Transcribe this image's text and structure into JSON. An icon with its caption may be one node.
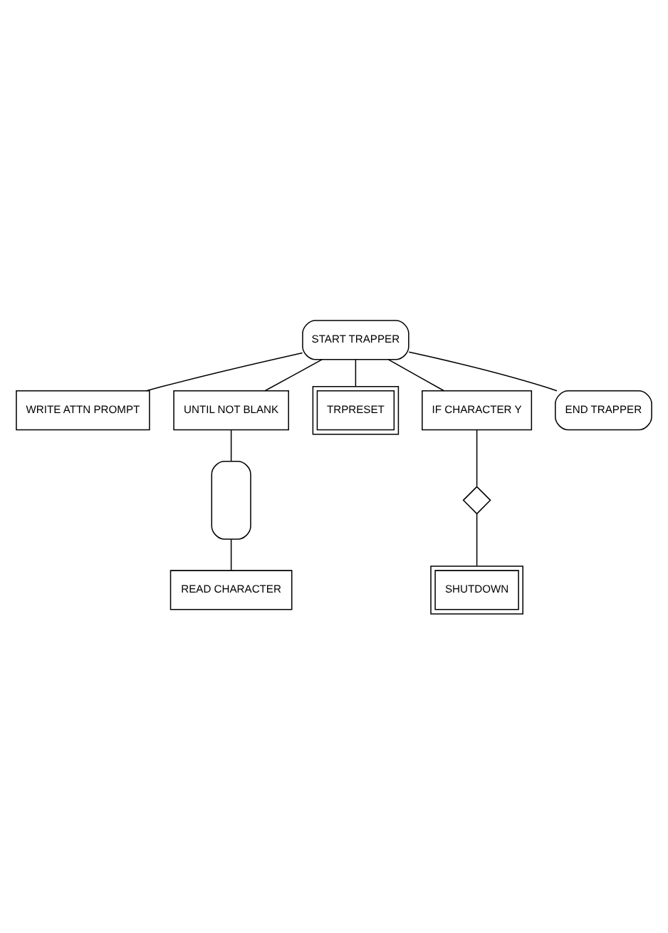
{
  "diagram": {
    "nodes": [
      {
        "text": [
          "START TRAPPER"
        ]
      },
      {
        "text": [
          "WRITE ATTN PROMPT"
        ]
      },
      {
        "text": [
          "UNTIL NOT BLANK"
        ]
      },
      {
        "text": [],
        "shape": "loop"
      },
      {
        "text": [
          "READ CHARACTER"
        ]
      },
      {
        "text": [
          "TRPRESET"
        ]
      },
      {
        "text": [
          "IF CHARACTER Y"
        ]
      },
      {
        "text": [],
        "shape": "diamond"
      },
      {
        "text": [
          "SHUTDOWN"
        ]
      },
      {
        "text": [
          "END TRAPPER"
        ]
      }
    ],
    "edges": [
      {
        "from": 0,
        "to": 1,
        "arrow": "none"
      },
      {
        "from": 0,
        "to": 2,
        "arrow": "none"
      },
      {
        "from": 2,
        "to": 3,
        "arrow": "none"
      },
      {
        "from": 3,
        "to": 4,
        "arrow": "none"
      },
      {
        "from": 0,
        "to": 5,
        "arrow": "none"
      },
      {
        "from": 0,
        "to": 6,
        "arrow": "none"
      },
      {
        "from": 6,
        "to": 7,
        "arrow": "none"
      },
      {
        "from": 7,
        "to": 8,
        "arrow": "none"
      },
      {
        "from": 0,
        "to": 9,
        "arrow": "none"
      }
    ]
  }
}
